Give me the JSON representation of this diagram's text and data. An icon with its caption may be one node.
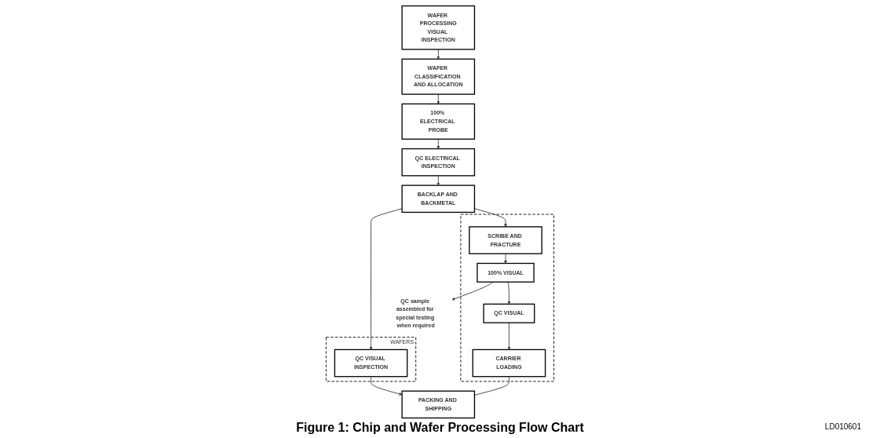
{
  "diagram": {
    "caption": "Figure 1: Chip and Wafer Processing Flow Chart",
    "nodes": [
      {
        "text": [
          "WAFER PROCESSING",
          "VISUAL INSPECTION"
        ]
      },
      {
        "text": [
          "WAFER CLASSIFICATION AND ALLOCATION"
        ]
      },
      {
        "text": [
          "100% ELECTRICAL PROBE"
        ]
      },
      {
        "text": [
          "QC ELECTRICAL INSPECTION"
        ]
      },
      {
        "text": [
          "BACKLAP AND BACKMETAL"
        ]
      },
      {
        "text": [
          "WAFERS"
        ]
      },
      {
        "text": [
          "QC VISUAL INSPECTION"
        ],
        "in": 5
      },
      {
        "text": [],
        "shape": "box"
      },
      {
        "text": [
          "SCRIBE AND FRACTURE"
        ],
        "in": 7
      },
      {
        "text": [
          "100% VISUAL"
        ],
        "in": 7
      },
      {
        "text": [
          "QC VISUAL"
        ],
        "in": 7
      },
      {
        "text": [
          "CARRIER LOADING"
        ],
        "in": 7
      },
      {
        "text": [
          "QC sample assembled for special testing when required"
        ]
      },
      {
        "text": [
          "PACKING AND SHIPPING"
        ]
      }
    ],
    "edges": [
      {
        "from": 0,
        "to": 1,
        "arrow": "to"
      },
      {
        "from": 1,
        "to": 2,
        "arrow": "to"
      },
      {
        "from": 2,
        "to": 3,
        "arrow": "to"
      },
      {
        "from": 3,
        "to": 4,
        "arrow": "to"
      },
      {
        "from": 4,
        "to": 6,
        "arrow": "to"
      },
      {
        "from": 4,
        "to": 8,
        "arrow": "to"
      },
      {
        "from": 8,
        "to": 9,
        "arrow": "to"
      },
      {
        "from": 9,
        "to": 12,
        "arrow": "to"
      },
      {
        "from": 9,
        "to": 10,
        "arrow": "to"
      },
      {
        "from": 10,
        "to": 11,
        "arrow": "to"
      },
      {
        "from": 6,
        "to": 13,
        "arrow": "to"
      },
      {
        "from": 11,
        "to": 13,
        "arrow": "none"
      }
    ],
    "labels": [
      "LD010601"
    ]
  }
}
